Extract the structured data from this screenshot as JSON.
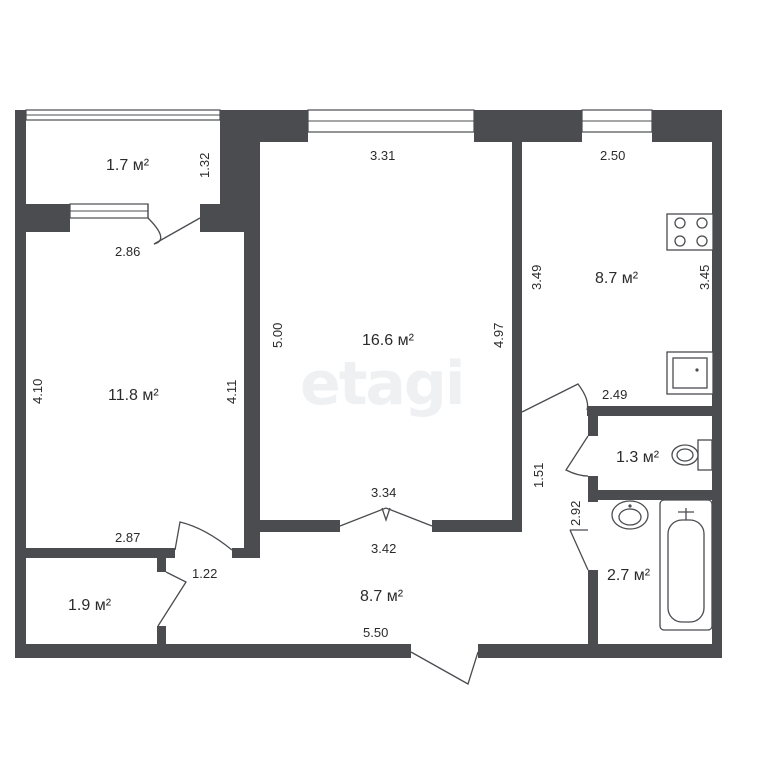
{
  "watermark": "etagi",
  "rooms": {
    "balcony": "1.7 м²",
    "bedroom": "11.8 м²",
    "living": "16.6 м²",
    "kitchen": "8.7 м²",
    "toilet": "1.3 м²",
    "bath": "2.7 м²",
    "storage": "1.9 м²",
    "hall": "8.7 м²"
  },
  "dimensions": {
    "balcony_height": "1.32",
    "bedroom_top": "2.86",
    "bedroom_left": "4.10",
    "bedroom_right": "4.11",
    "bedroom_bottom": "2.87",
    "living_top": "3.31",
    "living_left": "5.00",
    "living_right": "4.97",
    "living_bottom": "3.34",
    "kitchen_top": "2.50",
    "kitchen_left": "3.49",
    "kitchen_right": "3.45",
    "kitchen_bottom": "2.49",
    "corridor_height": "1.51",
    "bath_height": "2.92",
    "hall_top": "3.42",
    "hall_left": "1.22",
    "hall_bottom": "5.50"
  }
}
